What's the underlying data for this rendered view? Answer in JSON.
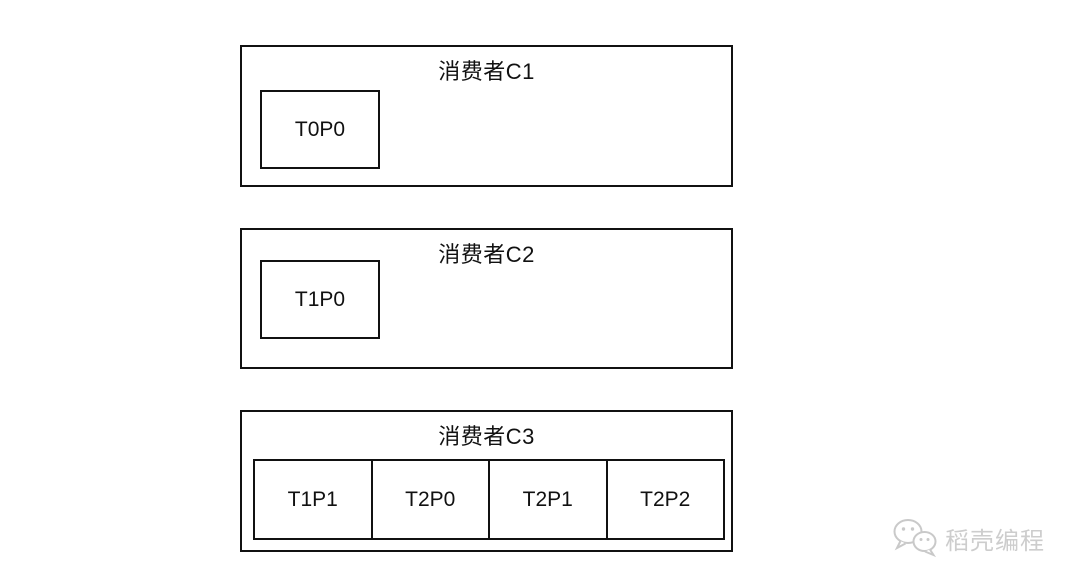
{
  "diagram": {
    "background": "#ffffff",
    "border_color": "#111111",
    "consumers": [
      {
        "title": "消费者C1",
        "partitions": [
          "T0P0"
        ]
      },
      {
        "title": "消费者C2",
        "partitions": [
          "T1P0"
        ]
      },
      {
        "title": "消费者C3",
        "partitions": [
          "T1P1",
          "T2P0",
          "T2P1",
          "T2P2"
        ]
      }
    ]
  },
  "watermark": {
    "brand": "稻壳编程",
    "icon": "wechat-icon",
    "color": "#cdcdcd"
  }
}
